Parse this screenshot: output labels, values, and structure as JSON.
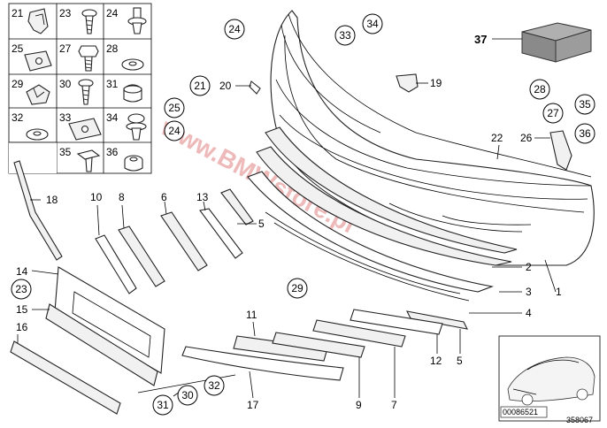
{
  "grid_cells": [
    {
      "num": "21",
      "icon": "clip-icon"
    },
    {
      "num": "23",
      "icon": "screw-icon"
    },
    {
      "num": "24",
      "icon": "expanding-rivet-icon"
    },
    {
      "num": "25",
      "icon": "nut-clip-icon"
    },
    {
      "num": "27",
      "icon": "hex-bolt-icon"
    },
    {
      "num": "28",
      "icon": "washer-icon"
    },
    {
      "num": "29",
      "icon": "retainer-icon"
    },
    {
      "num": "30",
      "icon": "screw-icon"
    },
    {
      "num": "31",
      "icon": "cap-icon"
    },
    {
      "num": "32",
      "icon": "washer-icon"
    },
    {
      "num": "33",
      "icon": "nut-clip-icon"
    },
    {
      "num": "34",
      "icon": "expanding-rivet-icon"
    },
    {
      "num": "35",
      "icon": "flat-screw-icon"
    },
    {
      "num": "36",
      "icon": "spacer-nut-icon"
    }
  ],
  "labels": {
    "l1": "1",
    "l2": "2",
    "l3": "3",
    "l4": "4",
    "l5a": "5",
    "l5b": "5",
    "l6": "6",
    "l7": "7",
    "l8": "8",
    "l9": "9",
    "l10": "10",
    "l11": "11",
    "l12": "12",
    "l13": "13",
    "l14": "14",
    "l15": "15",
    "l16": "16",
    "l17": "17",
    "l18": "18",
    "l19": "19",
    "l20": "20",
    "l22": "22",
    "l26": "26",
    "l37": "37"
  },
  "circled": {
    "c24a": "24",
    "c34": "34",
    "c33": "33",
    "c21": "21",
    "c25": "25",
    "c24b": "24",
    "c28": "28",
    "c27": "27",
    "c35": "35",
    "c36": "36",
    "c29": "29",
    "c23": "23",
    "c31": "31",
    "c30": "30",
    "c32": "32"
  },
  "watermark": "www.BMWstore.pl",
  "footer": {
    "thumbnail_code": "00086521",
    "diagram_number": "358067"
  }
}
